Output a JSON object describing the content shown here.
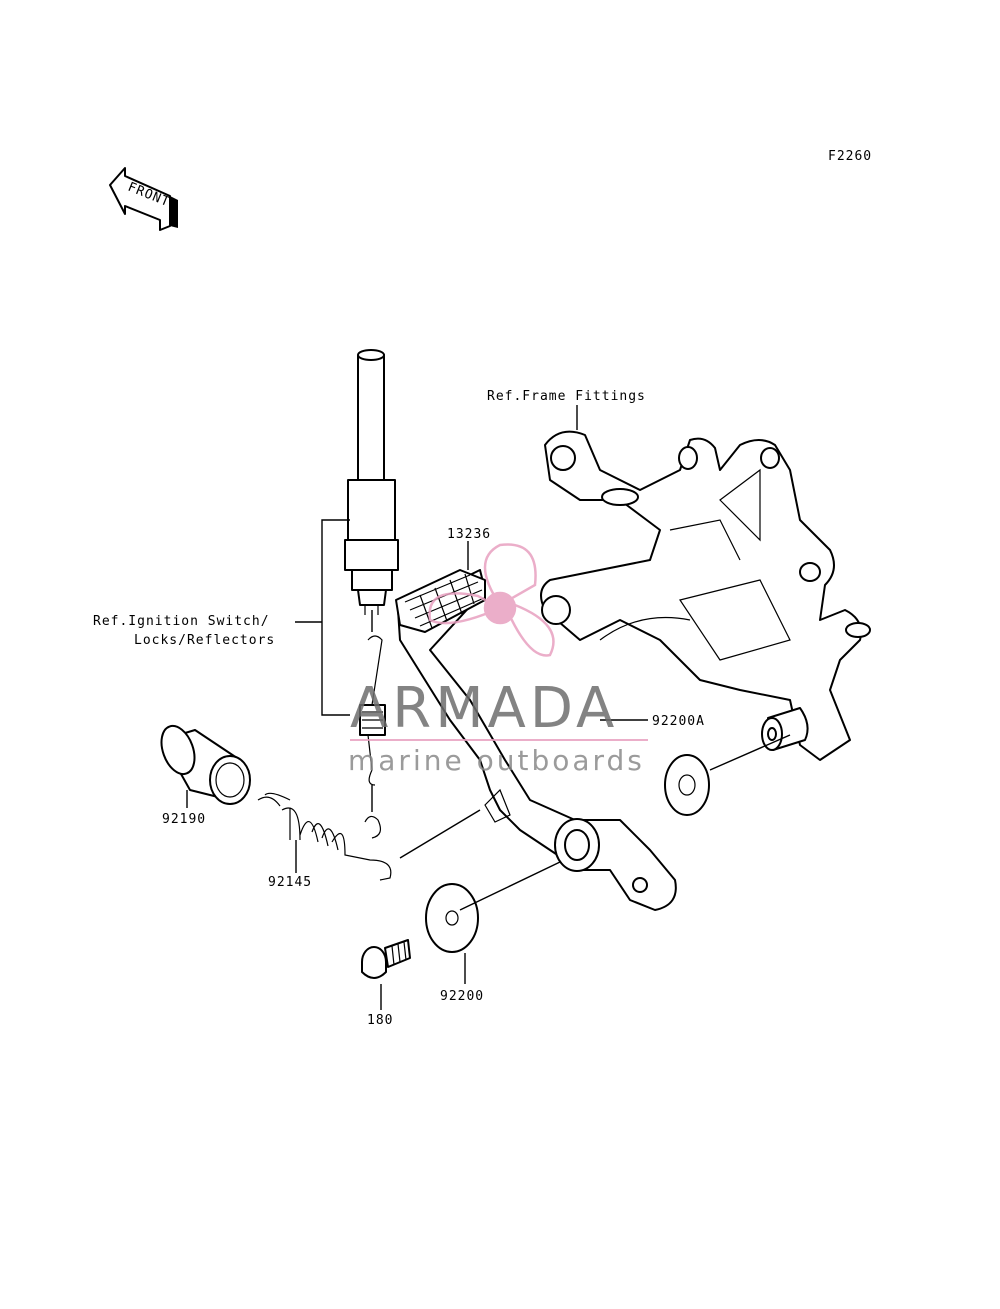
{
  "figure_code": "F2260",
  "front_arrow_text": "FRONT",
  "callouts": {
    "frame_ref": "Ref.Frame Fittings",
    "ignition_ref_line1": "Ref.Ignition Switch/",
    "ignition_ref_line2": "Locks/Reflectors",
    "p13236": "13236",
    "p92200A": "92200A",
    "p92190": "92190",
    "p92145": "92145",
    "p92200": "92200",
    "p180": "180"
  },
  "watermark": {
    "brand": "ARMADA",
    "tagline": "marine outboards",
    "accent_color": "#e8a0c0",
    "text_color": "#6e6e6e"
  }
}
